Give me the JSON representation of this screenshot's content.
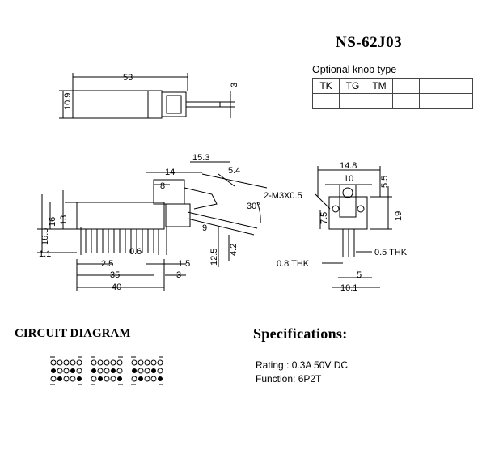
{
  "model": "NS-62J03",
  "knob": {
    "label": "Optional knob type",
    "types": [
      "TK",
      "TG",
      "TM",
      "",
      "",
      ""
    ]
  },
  "top_view": {
    "dims": {
      "length": "53",
      "height": "10.9",
      "shaft": "3"
    }
  },
  "side_view": {
    "dims": [
      "15.3",
      "14",
      "5.4",
      "8",
      "30°",
      "16.5",
      "16",
      "13",
      "1.1",
      "9",
      "0.6",
      "2.5",
      "1.5",
      "12.5",
      "4.2",
      "35",
      "3",
      "40"
    ]
  },
  "end_view": {
    "dims": [
      "14.8",
      "10",
      "5.5",
      "2-M3X0.5",
      "7.5",
      "19",
      "0.8 THK",
      "0.5 THK",
      "5",
      "10.1"
    ]
  },
  "circuit": {
    "title": "CIRCUIT DIAGRAM",
    "groups": 3
  },
  "specs": {
    "title": "Specifications:",
    "rating": "Rating : 0.3A 50V DC",
    "function": "Function: 6P2T"
  },
  "colors": {
    "line": "#000000",
    "table_border": "#444444"
  }
}
